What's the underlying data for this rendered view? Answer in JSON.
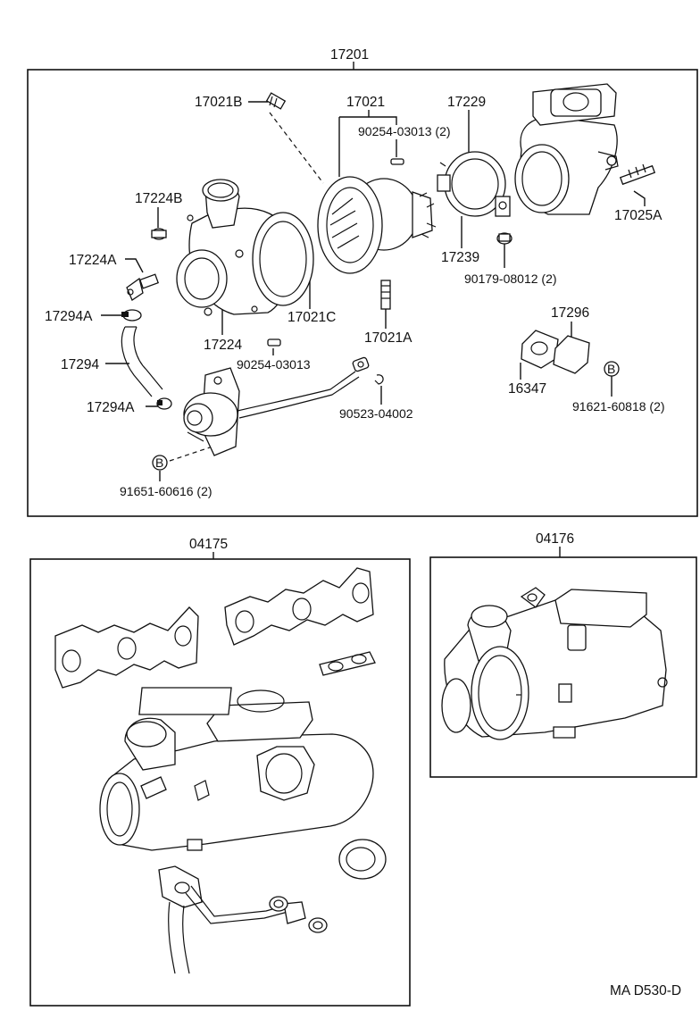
{
  "groups": {
    "top": {
      "label": "17201"
    },
    "left": {
      "label": "04175"
    },
    "right": {
      "label": "04176"
    }
  },
  "callouts": [
    {
      "id": "17021B",
      "text": "17021B"
    },
    {
      "id": "17021",
      "text": "17021"
    },
    {
      "id": "17229",
      "text": "17229"
    },
    {
      "id": "90254-03013-2",
      "text": "90254-03013 (2)"
    },
    {
      "id": "17224B",
      "text": "17224B"
    },
    {
      "id": "17025A",
      "text": "17025A"
    },
    {
      "id": "17224A",
      "text": "17224A"
    },
    {
      "id": "17239",
      "text": "17239"
    },
    {
      "id": "90179-08012",
      "text": "90179-08012 (2)"
    },
    {
      "id": "17294A-top",
      "text": "17294A"
    },
    {
      "id": "17224",
      "text": "17224"
    },
    {
      "id": "17021C",
      "text": "17021C"
    },
    {
      "id": "17021A",
      "text": "17021A"
    },
    {
      "id": "17296",
      "text": "17296"
    },
    {
      "id": "17294",
      "text": "17294"
    },
    {
      "id": "90254-03013",
      "text": "90254-03013"
    },
    {
      "id": "16347",
      "text": "16347"
    },
    {
      "id": "17294A-bottom",
      "text": "17294A"
    },
    {
      "id": "90523-04002",
      "text": "90523-04002"
    },
    {
      "id": "91651-60616",
      "text": "91651-60616 (2)"
    },
    {
      "id": "91621-60818",
      "text": "91621-60818 (2)"
    }
  ],
  "markers": {
    "b": "B"
  },
  "footer": {
    "code": "MA D530-D"
  }
}
